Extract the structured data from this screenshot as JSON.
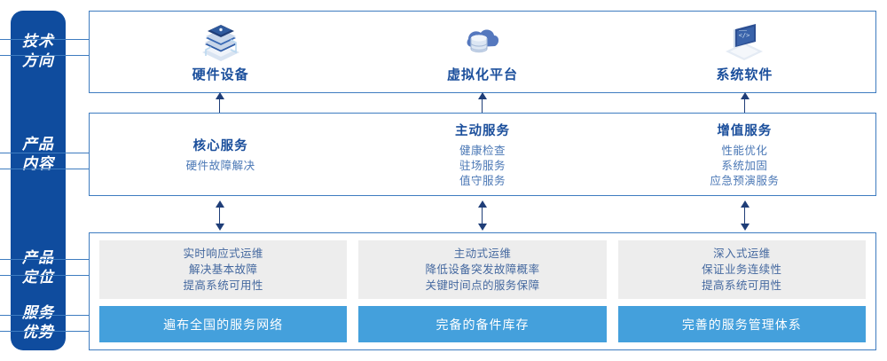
{
  "sidebar": {
    "groups": [
      {
        "name": "tech-direction",
        "line1": "技术",
        "line2": "方向"
      },
      {
        "name": "product-content",
        "line1": "产品",
        "line2": "内容"
      },
      {
        "name": "product-position",
        "line1": "产品",
        "line2": "定位"
      },
      {
        "name": "service-advantage",
        "line1": "服务",
        "line2": "优势"
      }
    ]
  },
  "tech_row": {
    "cells": [
      {
        "icon": "server-stack-icon",
        "label": "硬件设备"
      },
      {
        "icon": "cloud-database-icon",
        "label": "虚拟化平台"
      },
      {
        "icon": "laptop-code-icon",
        "label": "系统软件"
      }
    ]
  },
  "content_row": {
    "cells": [
      {
        "title": "核心服务",
        "items": [
          "硬件故障解决"
        ]
      },
      {
        "title": "主动服务",
        "items": [
          "健康检查",
          "驻场服务",
          "值守服务"
        ]
      },
      {
        "title": "增值服务",
        "items": [
          "性能优化",
          "系统加固",
          "应急预演服务"
        ]
      }
    ]
  },
  "bottom_row": {
    "columns": [
      {
        "positioning": [
          "实时响应式运维",
          "解决基本故障",
          "提高系统可用性"
        ],
        "advantage": "遍布全国的服务网络"
      },
      {
        "positioning": [
          "主动式运维",
          "降低设备突发故障概率",
          "关键时间点的服务保障"
        ],
        "advantage": "完备的备件库存"
      },
      {
        "positioning": [
          "深入式运维",
          "保证业务连续性",
          "提高系统可用性"
        ],
        "advantage": "完善的服务管理体系"
      }
    ]
  },
  "colors": {
    "sidebar_bg": "#0F4C9E",
    "panel_border": "#3E7CC0",
    "title_blue": "#1B4F9C",
    "body_blue": "#4A77B5",
    "gray_box": "#EDEDED",
    "bar_blue": "#44A0DC",
    "arrow": "#1F3E78"
  }
}
